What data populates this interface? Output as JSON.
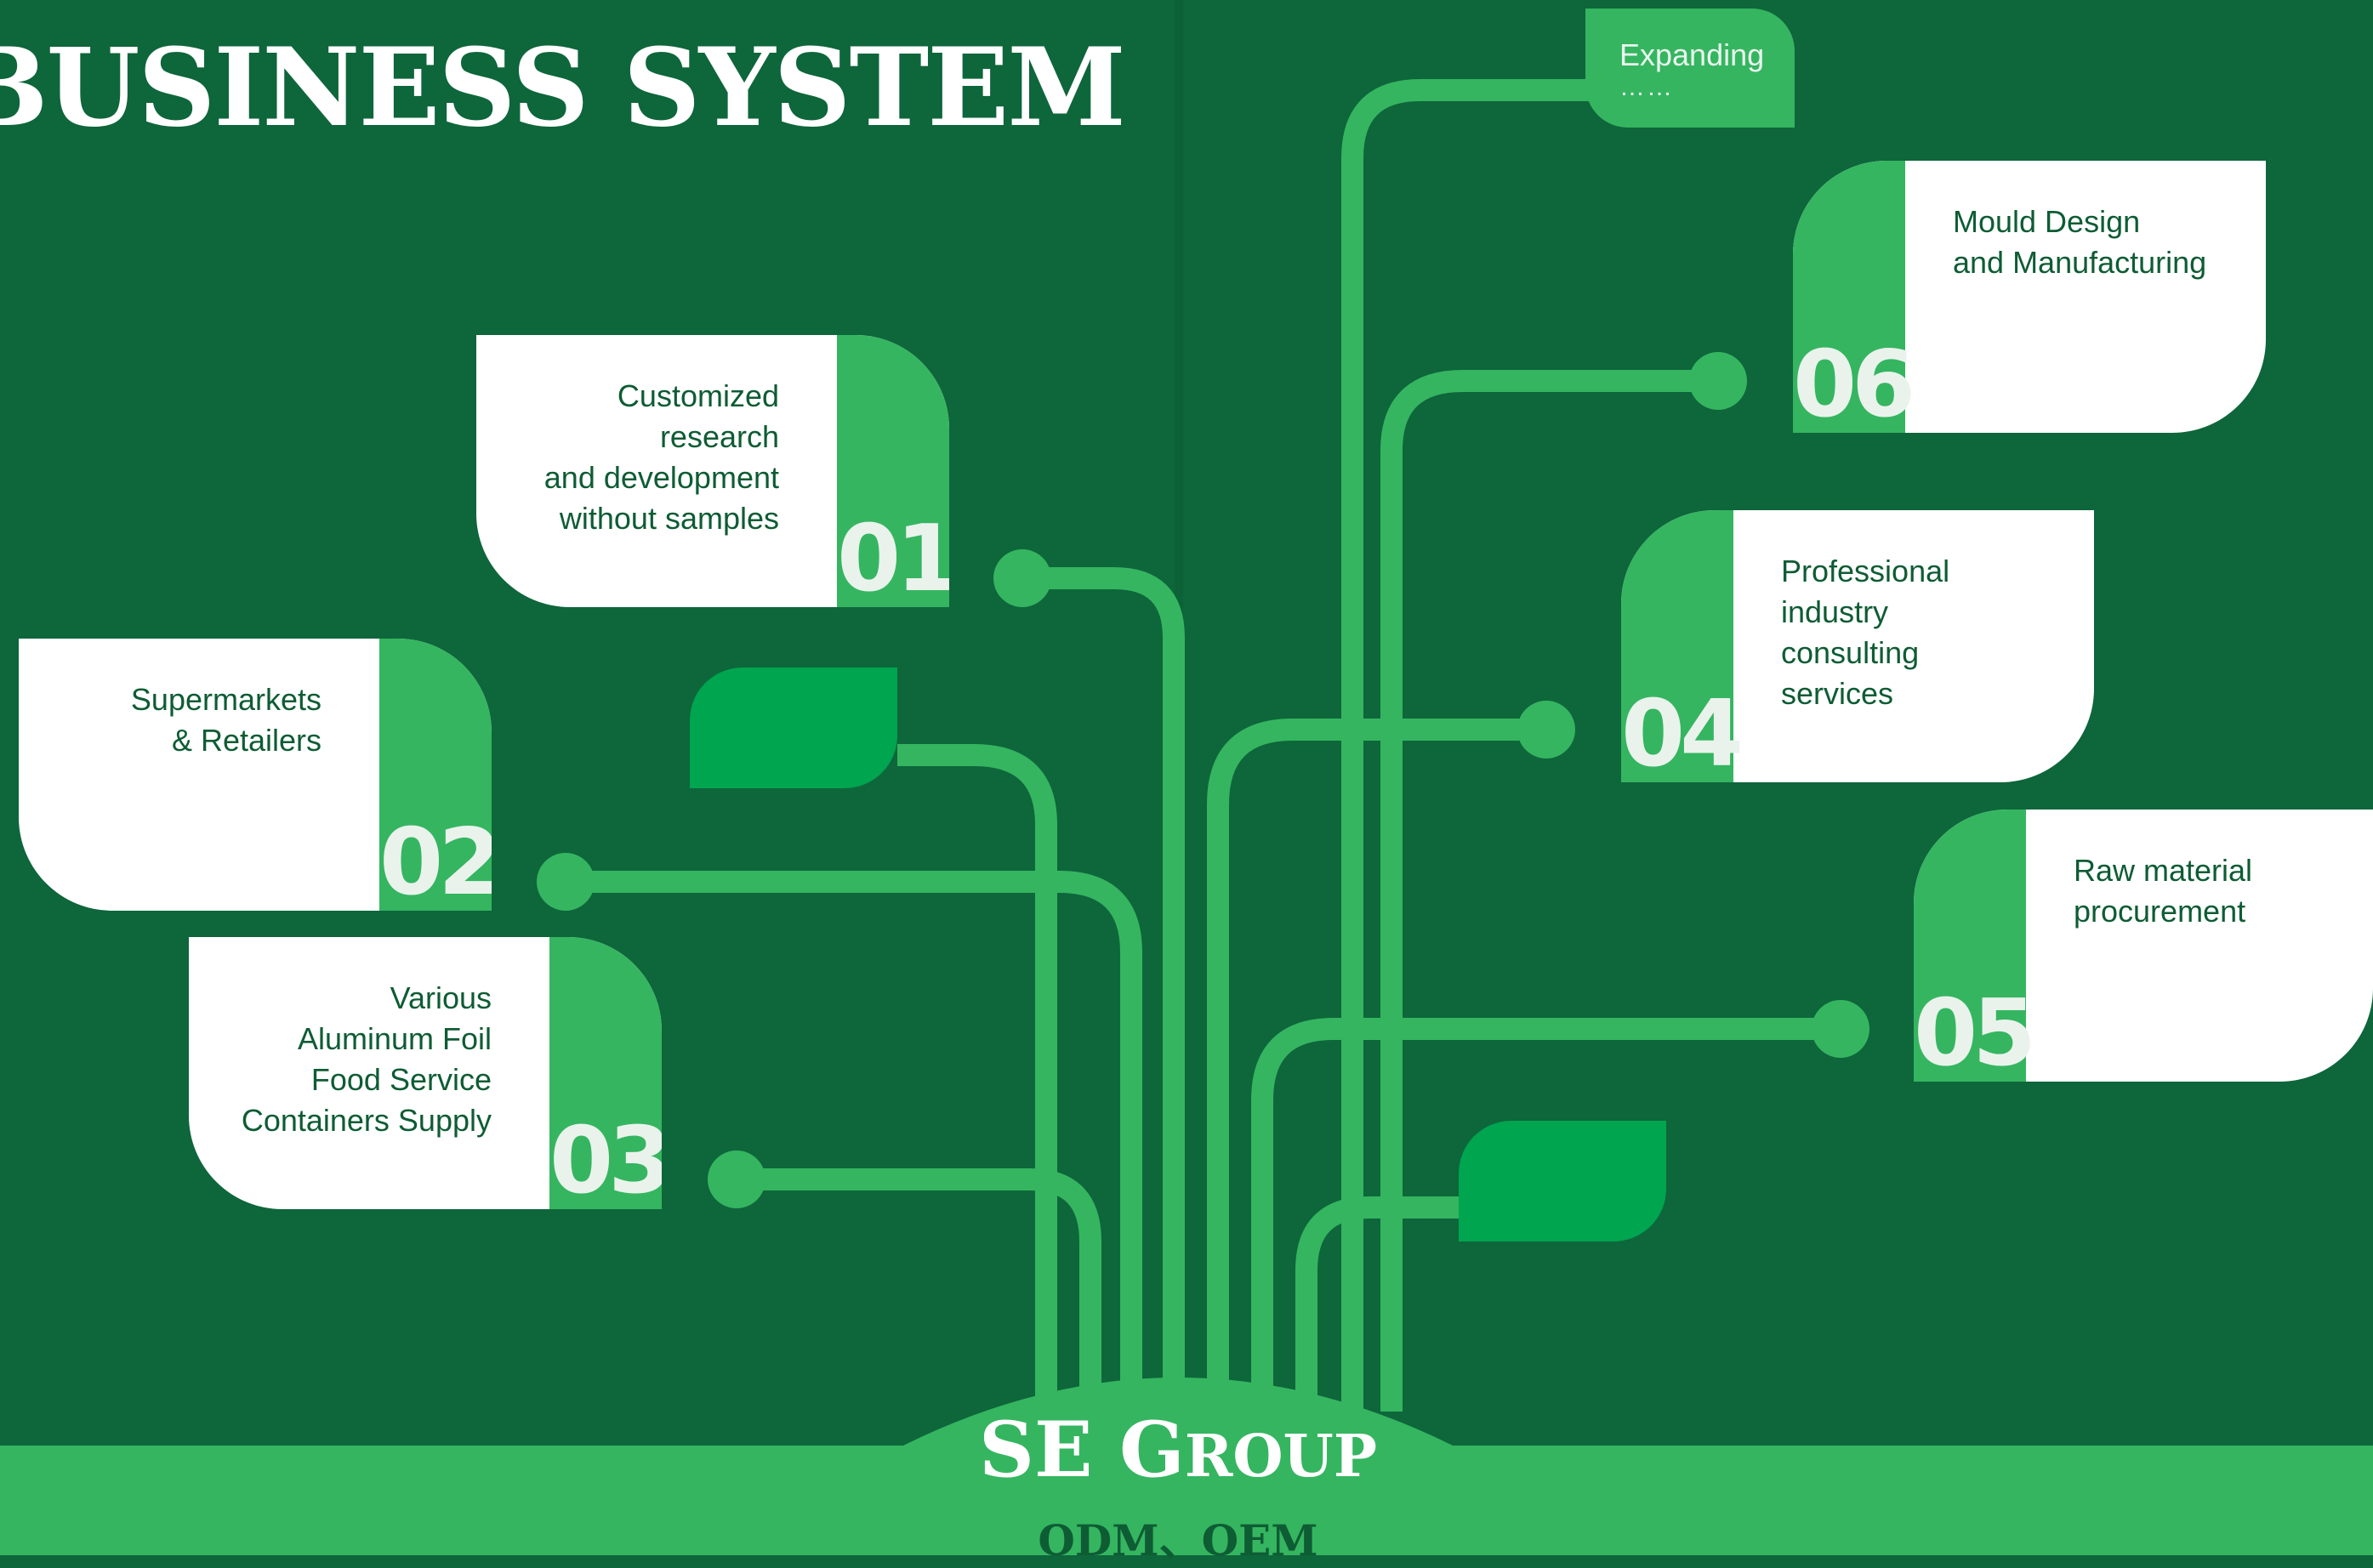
{
  "title": "BUSINESS SYSTEM",
  "brand": {
    "first": "SE ",
    "initial": "G",
    "rest": "ROUP",
    "tagline": "ODM、OEM"
  },
  "expanding": {
    "label": "Expanding",
    "dots": "……"
  },
  "items": [
    {
      "num": "01",
      "text": "Customized\nresearch\nand development\nwithout samples"
    },
    {
      "num": "02",
      "text": "Supermarkets\n& Retailers"
    },
    {
      "num": "03",
      "text": "Various\nAluminum Foil\nFood Service\nContainers Supply"
    },
    {
      "num": "04",
      "text": "Professional\nindustry\nconsulting\nservices"
    },
    {
      "num": "05",
      "text": "Raw material\nprocurement"
    },
    {
      "num": "06",
      "text": "Mould Design\nand Manufacturing"
    }
  ],
  "colors": {
    "background": "#0e663b",
    "accent": "#35b560",
    "leaf": "#00a54f",
    "card": "#ffffff"
  }
}
